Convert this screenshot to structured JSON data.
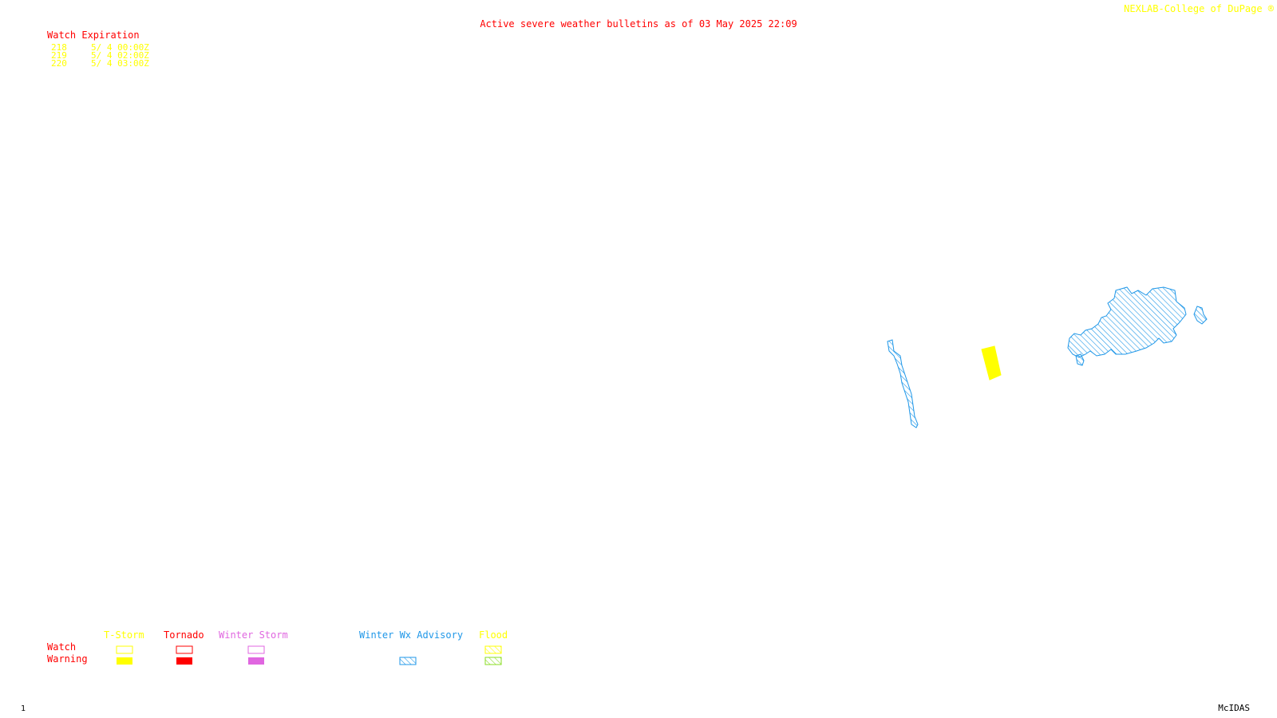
{
  "header": {
    "title": "Active severe weather bulletins as of 03 May 2025 22:09",
    "credit": "NEXLAB-College of DuPage ®"
  },
  "watch_table": {
    "header": "Watch Expiration",
    "rows": [
      {
        "id": "218",
        "expiration": "5/ 4 00:00Z"
      },
      {
        "id": "219",
        "expiration": "5/ 4 02:00Z"
      },
      {
        "id": "220",
        "expiration": "5/ 4 03:00Z"
      }
    ]
  },
  "legend": {
    "row_watch": "Watch",
    "row_warning": "Warning",
    "categories": [
      {
        "key": "tstorm",
        "label": "T-Storm",
        "color": "#ffff00"
      },
      {
        "key": "tornado",
        "label": "Tornado",
        "color": "#ff0000"
      },
      {
        "key": "winter_storm",
        "label": "Winter Storm",
        "color": "#e066e0"
      },
      {
        "key": "winter_wx_advisory",
        "label": "Winter Wx Advisory",
        "color": "#1f97e8"
      },
      {
        "key": "flood",
        "label": "Flood",
        "color": "#ffff00",
        "warning_color": "#88dd22"
      }
    ]
  },
  "footer": {
    "frame_number": "1",
    "software": "McIDAS"
  },
  "colors": {
    "advisory_blue": "#1f97e8",
    "tstorm_yellow": "#ffff00",
    "title_red": "#ff0000"
  }
}
